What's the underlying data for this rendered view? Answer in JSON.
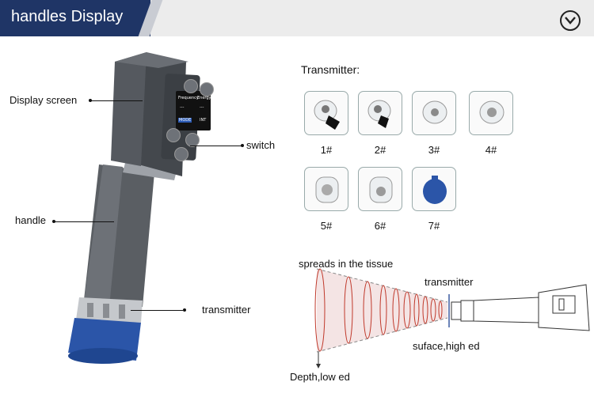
{
  "header": {
    "title": "handles Display",
    "toggle_icon": "chevron-down-icon"
  },
  "handle_labels": {
    "display_screen": "Display screen",
    "switch": "switch",
    "handle": "handle",
    "transmitter": "transmitter"
  },
  "screen": {
    "row1_left": "Frequency",
    "row1_right": "Energy",
    "row2_left": "---",
    "row2_right": "---",
    "row3_left": "MODE",
    "row3_right": "INT"
  },
  "transmitters": {
    "title": "Transmitter:",
    "items": [
      {
        "label": "1#"
      },
      {
        "label": "2#"
      },
      {
        "label": "3#"
      },
      {
        "label": "4#"
      },
      {
        "label": "5#"
      },
      {
        "label": "6#"
      },
      {
        "label": "7#"
      }
    ]
  },
  "diagram": {
    "spreads": "spreads in the tissue",
    "transmitter": "transmitter",
    "surface": "suface,high ed",
    "depth": "Depth,low ed"
  },
  "colors": {
    "header_blue": "#1f3566",
    "handle_gray": "#5d6166",
    "cap_blue": "#2b55a8",
    "wave_red": "#c0392b"
  }
}
